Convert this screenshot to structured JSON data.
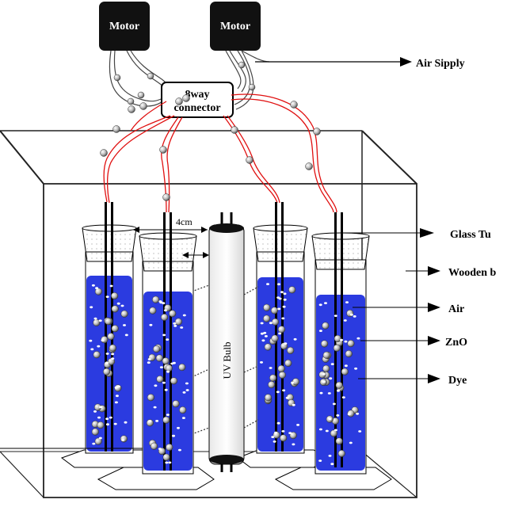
{
  "motors": [
    {
      "label": "Motor"
    },
    {
      "label": "Motor"
    }
  ],
  "connector": {
    "line1": "8way",
    "line2": "connector"
  },
  "labels": {
    "air_supply": "Air Sipply",
    "glass_tube": "Glass Tu",
    "wooden_box": "Wooden b",
    "air": "Air",
    "zno": "ZnO",
    "dye": "Dye",
    "distance": "4cm",
    "uv_bulb": "UV Bulb"
  },
  "colors": {
    "dye": "#2b3be0",
    "tube_red": "#e01010",
    "motor": "#111111"
  }
}
